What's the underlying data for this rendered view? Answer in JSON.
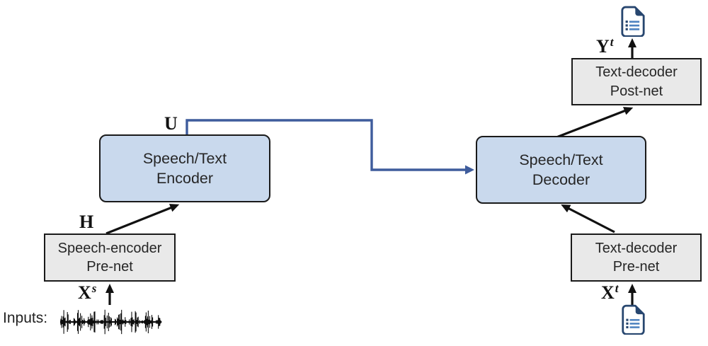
{
  "colors": {
    "box_blue": "#c9d9ed",
    "box_gray": "#e9e9e9",
    "box_border": "#1a1a1a",
    "connector_blue": "#3e5c9c",
    "arrow_black": "#111111",
    "icon_navy": "#27466f",
    "icon_line_blue": "#4f83c0"
  },
  "nodes": {
    "encoder": {
      "line1": "Speech/Text",
      "line2": "Encoder"
    },
    "decoder": {
      "line1": "Speech/Text",
      "line2": "Decoder"
    },
    "text_post_net": {
      "line1": "Text-decoder",
      "line2": "Post-net"
    },
    "speech_pre_net": {
      "line1": "Speech-encoder",
      "line2": "Pre-net"
    },
    "text_pre_net": {
      "line1": "Text-decoder",
      "line2": "Pre-net"
    }
  },
  "labels": {
    "encoder_output": {
      "base": "U"
    },
    "encoder_input": {
      "base": "H"
    },
    "speech_input": {
      "base": "X",
      "sup": "s"
    },
    "text_input": {
      "base": "X",
      "sup": "t"
    },
    "text_output": {
      "base": "Y",
      "sup": "t"
    },
    "inputs_caption": "Inputs:"
  },
  "icons": {
    "top_output_document": "text-document-icon",
    "bottom_input_document": "text-document-icon",
    "speech_waveform": "speech-waveform-graphic"
  }
}
